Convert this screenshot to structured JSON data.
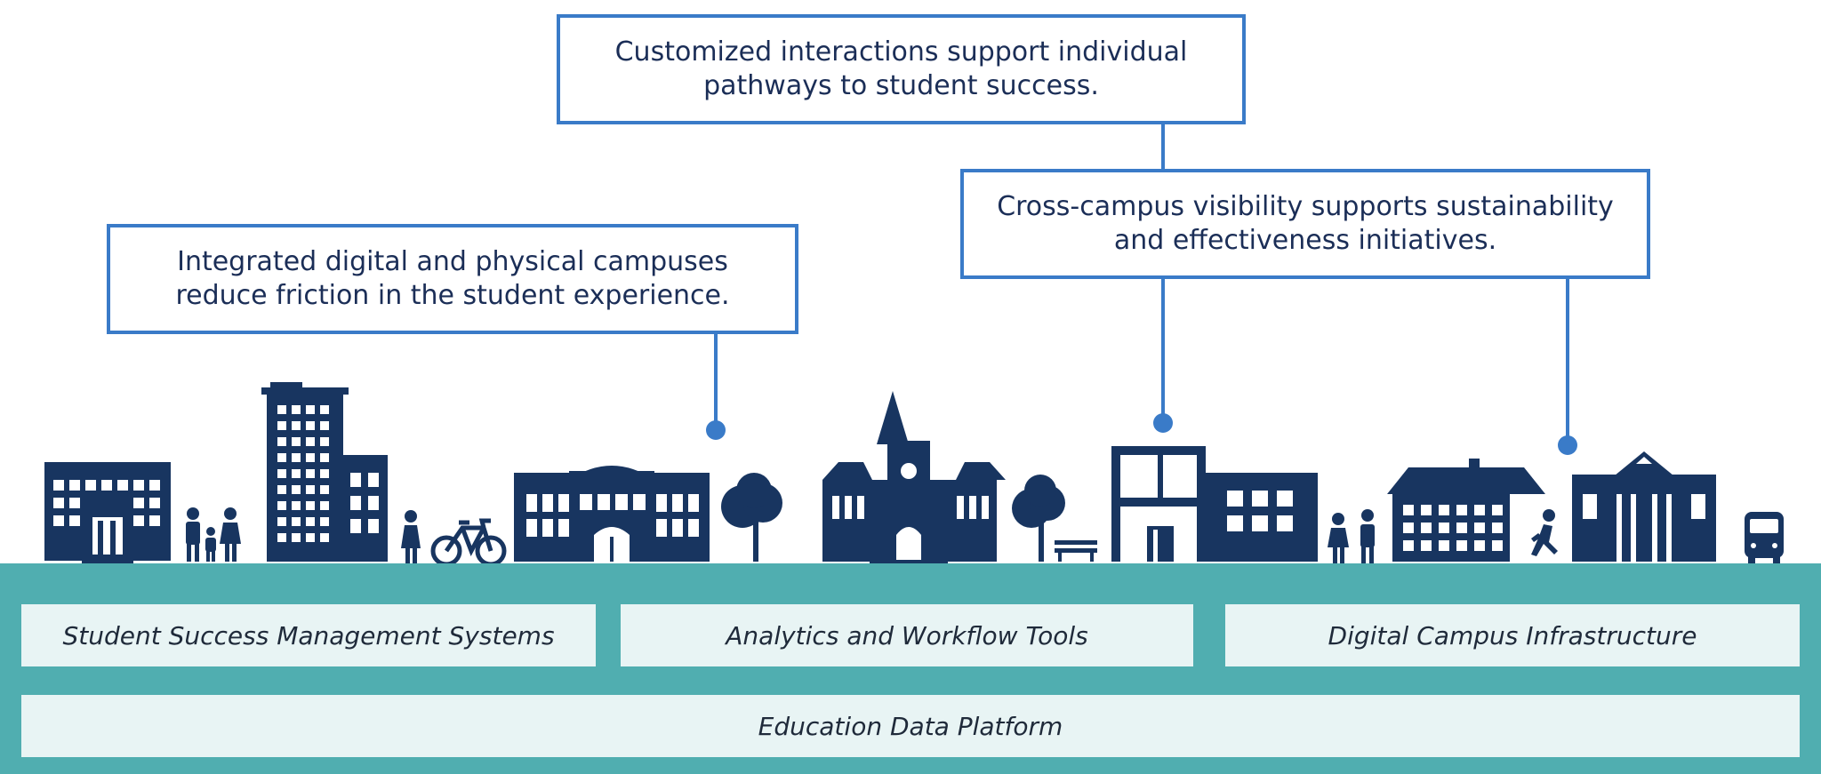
{
  "callouts": {
    "top": "Customized interactions support individual pathways to student success.",
    "left": "Integrated digital and physical campuses reduce friction in the student experience.",
    "right": "Cross-campus visibility supports sustainability and effectiveness initiatives."
  },
  "layers": {
    "ssms": "Student Success Management Systems",
    "analytics": "Analytics and Workflow Tools",
    "infrastructure": "Digital Campus Infrastructure",
    "platform": "Education Data Platform"
  },
  "colors": {
    "navy": "#183560",
    "accent": "#3a7bc8",
    "teal": "#50aeb0",
    "layer_fill": "#e8f4f4"
  }
}
